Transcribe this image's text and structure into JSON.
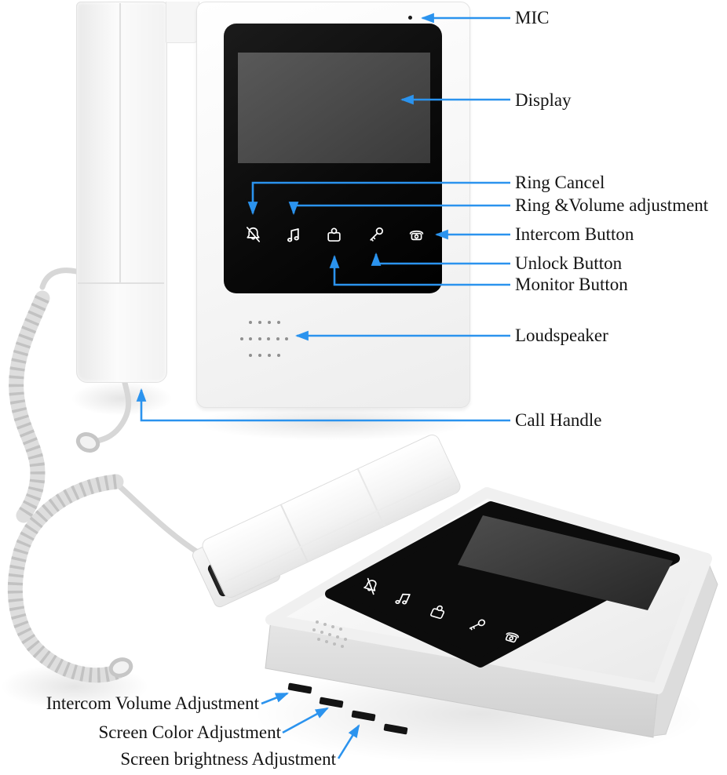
{
  "figure": {
    "type": "product-annotation-diagram",
    "subject": "video door phone indoor monitor, front view and bottom perspective view",
    "accent_blue": "#2b93ee",
    "label_color": "#141414"
  },
  "top_view": {
    "annotations": [
      {
        "id": "mic",
        "label": "MIC"
      },
      {
        "id": "display",
        "label": "Display"
      },
      {
        "id": "ring-cancel",
        "label": "Ring Cancel"
      },
      {
        "id": "ring-volume",
        "label": "Ring &Volume adjustment"
      },
      {
        "id": "intercom",
        "label": "Intercom Button"
      },
      {
        "id": "unlock",
        "label": "Unlock Button"
      },
      {
        "id": "monitor",
        "label": "Monitor Button"
      },
      {
        "id": "loudspeaker",
        "label": "Loudspeaker"
      },
      {
        "id": "call-handle",
        "label": "Call Handle"
      }
    ],
    "touch_buttons": [
      {
        "icon": "bell-slash-icon",
        "meaning": "Ring Cancel"
      },
      {
        "icon": "music-note-icon",
        "meaning": "Ring & Volume adjustment"
      },
      {
        "icon": "person-frame-icon",
        "meaning": "Monitor Button"
      },
      {
        "icon": "key-icon",
        "meaning": "Unlock Button"
      },
      {
        "icon": "telephone-icon",
        "meaning": "Intercom Button"
      }
    ]
  },
  "bottom_view": {
    "annotations": [
      {
        "id": "intercom-volume",
        "label": "Intercom Volume Adjustment"
      },
      {
        "id": "screen-color",
        "label": "Screen Color Adjustment"
      },
      {
        "id": "screen-brightness",
        "label": "Screen brightness Adjustment"
      }
    ],
    "slot_count": 4
  }
}
